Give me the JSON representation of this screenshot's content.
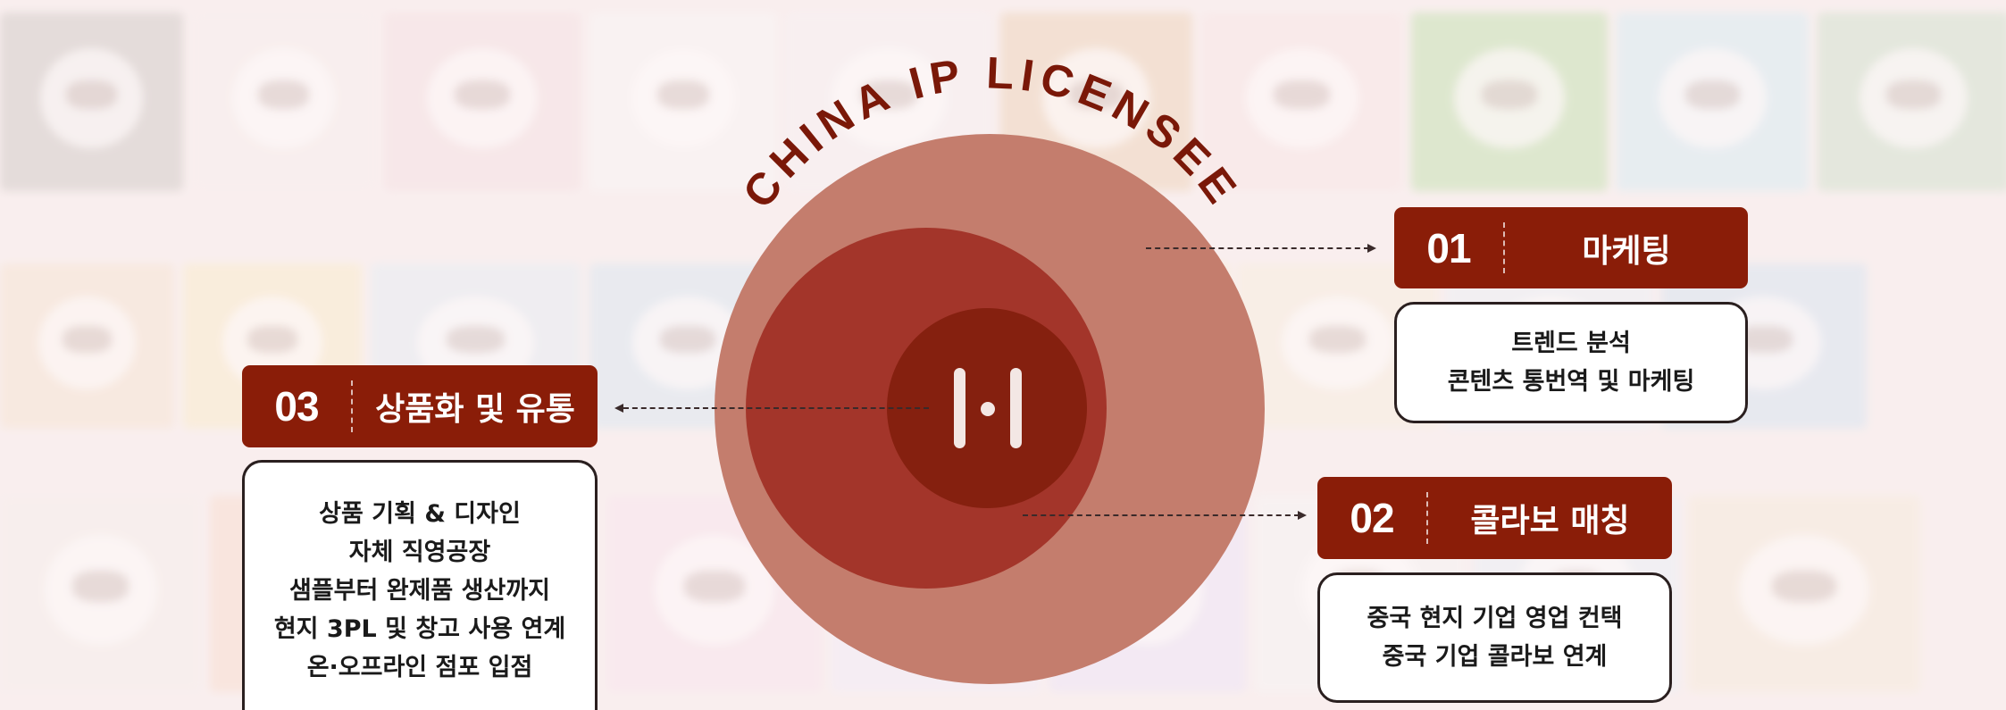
{
  "title": "CHINA IP LICENSEE",
  "logo_icon": "hi-monogram-icon",
  "colors": {
    "outer_circle": "#c47d6d",
    "middle_circle": "#a3352a",
    "inner_circle": "#85200f",
    "header_fill": "#8a1d08",
    "title_text": "#7a1808"
  },
  "features": [
    {
      "number": "01",
      "label": "마케팅",
      "lines": [
        "트렌드 분석",
        "콘텐츠 통번역 및 마케팅"
      ]
    },
    {
      "number": "02",
      "label": "콜라보 매칭",
      "lines": [
        "중국 현지 기업 영업 컨택",
        "중국 기업 콜라보 연계"
      ]
    },
    {
      "number": "03",
      "label": "상품화 및 유통",
      "lines": [
        "상품 기획 & 디자인",
        "자체 직영공장",
        "샘플부터 완제품 생산까지",
        "현지 3PL 및 창고 사용 연계",
        "온·오프라인 점포 입점"
      ]
    }
  ],
  "background_thumbnails": {
    "row1": [
      "#c8c3bf",
      "#f4ecea",
      "#f1dcdf",
      "#f6f3f3",
      "#f3eef0",
      "#e9cdb0",
      "#f6e2e2",
      "#b9dca5",
      "#cfe8f0",
      "#c7dcc5"
    ],
    "row2": [
      "#f2e0cc",
      "#f7e8c3",
      "#dfe9f1",
      "#d2e3ee",
      "#f2e6dc",
      "#f3e6c2",
      "#f4ead9",
      "#e6eef4",
      "#cfe0ee"
    ],
    "row3": [
      "#f2ece8",
      "#f6d8c8",
      "#f9efe9",
      "#f5e0ea",
      "#eee8f6",
      "#e8e0f5",
      "#f2f2f2",
      "#e5eef5",
      "#f2e7d6"
    ]
  }
}
